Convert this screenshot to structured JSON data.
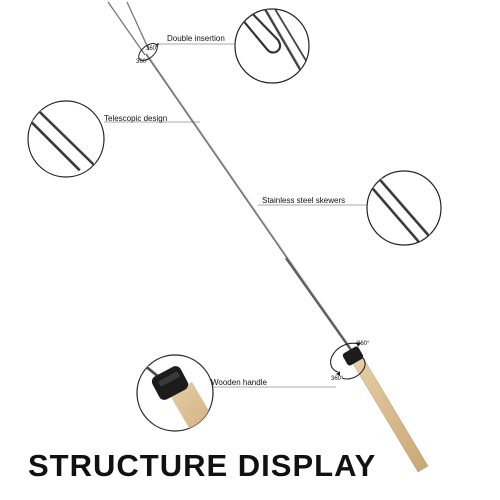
{
  "title": "STRUCTURE DISPLAY",
  "callouts": {
    "double_insertion": "Double insertion",
    "telescopic_design": "Telescopic design",
    "stainless_steel": "Stainless steel skewers",
    "wooden_handle": "Wooden handle"
  },
  "rotation_labels": {
    "top_a": "360°",
    "top_b": "360°",
    "bottom_a": "360°",
    "bottom_b": "360°"
  },
  "colors": {
    "steel": "#8a8a8a",
    "wood": "#d8bc90",
    "rubber": "#1c1c1c",
    "text": "#111111"
  }
}
